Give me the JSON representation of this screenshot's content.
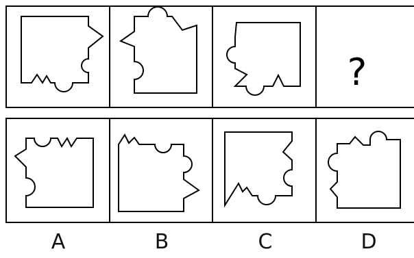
{
  "question_row": {
    "panels": [
      "shape-1",
      "shape-2",
      "shape-3",
      "question"
    ],
    "question_mark": "?"
  },
  "options": [
    {
      "id": "option-a",
      "label": "A"
    },
    {
      "id": "option-b",
      "label": "B"
    },
    {
      "id": "option-c",
      "label": "C"
    },
    {
      "id": "option-d",
      "label": "D"
    }
  ]
}
